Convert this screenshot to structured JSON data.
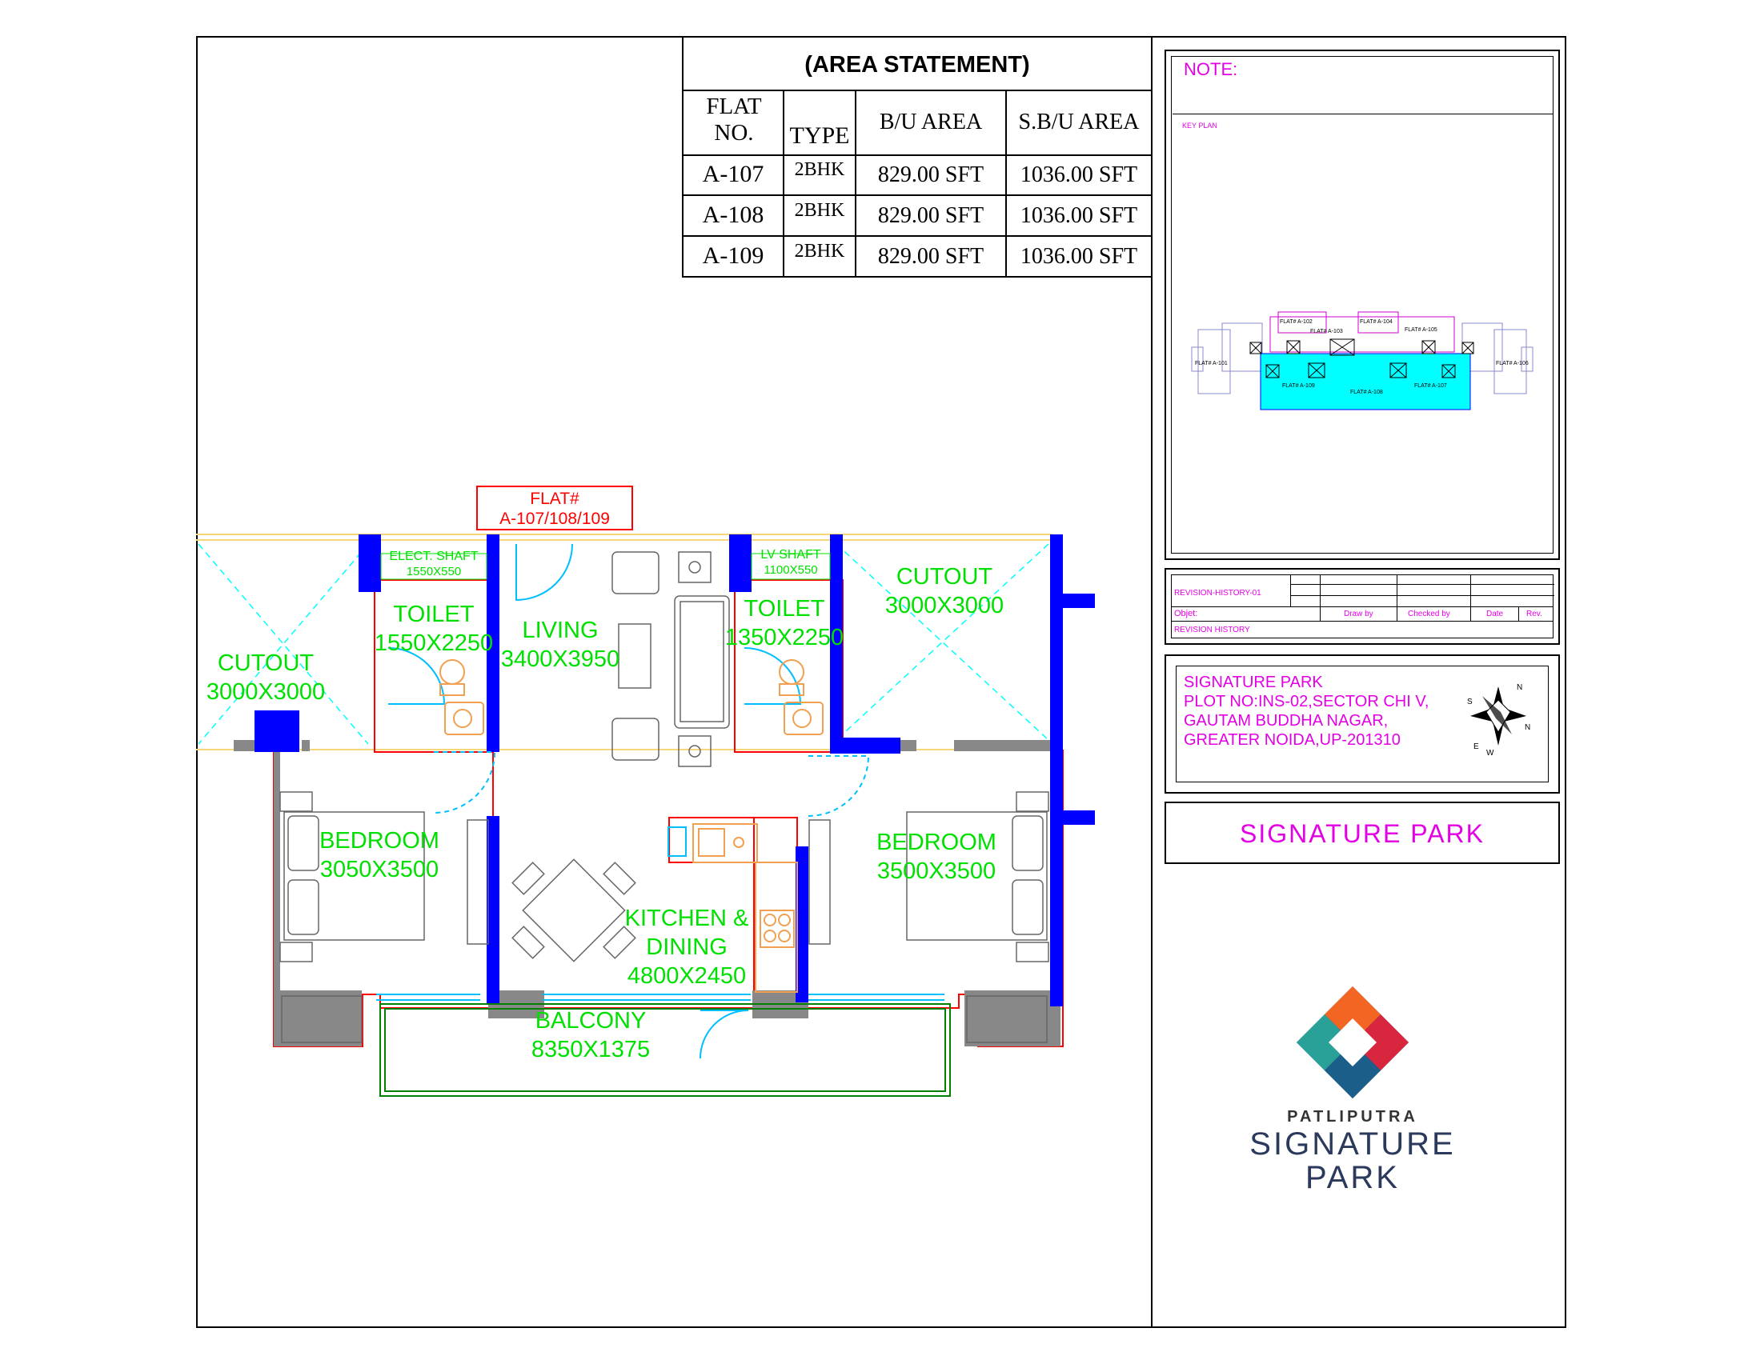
{
  "area_statement": {
    "title": "(AREA STATEMENT)",
    "headers": [
      "FLAT NO.",
      "TYPE",
      "B/U AREA",
      "S.B/U AREA"
    ],
    "rows": [
      {
        "flat": "A-107",
        "type": "2BHK",
        "bu": "829.00 SFT",
        "sbu": "1036.00 SFT"
      },
      {
        "flat": "A-108",
        "type": "2BHK",
        "bu": "829.00 SFT",
        "sbu": "1036.00 SFT"
      },
      {
        "flat": "A-109",
        "type": "2BHK",
        "bu": "829.00 SFT",
        "sbu": "1036.00 SFT"
      }
    ]
  },
  "flat_tag": {
    "label": "FLAT#",
    "value": "A-107/108/109"
  },
  "rooms": {
    "elect_shaft": {
      "name": "ELECT. SHAFT",
      "size": "1550X550"
    },
    "lv_shaft": {
      "name": "LV SHAFT",
      "size": "1100X550"
    },
    "toilet_left": {
      "name": "TOILET",
      "size": "1550X2250"
    },
    "toilet_right": {
      "name": "TOILET",
      "size": "1350X2250"
    },
    "living": {
      "name": "LIVING",
      "size": "3400X3950"
    },
    "cutout_left": {
      "name": "CUTOUT",
      "size": "3000X3000"
    },
    "cutout_right": {
      "name": "CUTOUT",
      "size": "3000X3000"
    },
    "bedroom_left": {
      "name": "BEDROOM",
      "size": "3050X3500"
    },
    "bedroom_right": {
      "name": "BEDROOM",
      "size": "3500X3500"
    },
    "kitchen": {
      "line1": "KITCHEN &",
      "line2": "DINING",
      "size": "4800X2450"
    },
    "balcony": {
      "name": "BALCONY",
      "size": "8350X1375"
    }
  },
  "note": {
    "label": "NOTE:"
  },
  "key_plan": {
    "label": "KEY PLAN",
    "flats": [
      "FLAT# A-101",
      "FLAT# A-102",
      "FLAT# A-103",
      "FLAT# A-104",
      "FLAT# A-105",
      "FLAT# A-106",
      "FLAT# A-107",
      "FLAT# A-108",
      "FLAT# A-109"
    ]
  },
  "revision": {
    "title": "REVISION-HISTORY-01",
    "objet": "Objet:",
    "draw_by": "Draw by",
    "checked_by": "Checked by",
    "date": "Date",
    "rev": "Rev.",
    "footer": "REVISION HISTORY"
  },
  "address": {
    "line1": "SIGNATURE PARK",
    "line2": "PLOT NO:INS-02,SECTOR CHI V,",
    "line3": "GAUTAM BUDDHA NAGAR,",
    "line4": "GREATER NOIDA,UP-201310"
  },
  "compass": {
    "n": "N",
    "s": "S",
    "e": "E",
    "w": "W"
  },
  "project_name": "SIGNATURE PARK",
  "logo": {
    "line1": "PATLIPUTRA",
    "line2": "SIGNATURE",
    "line3": "PARK"
  },
  "colors": {
    "wall": "#0000ff",
    "room_label": "#00e000",
    "annotation": "#e400e4",
    "outline": "#ff0000",
    "key_highlight": "#00ffff"
  }
}
